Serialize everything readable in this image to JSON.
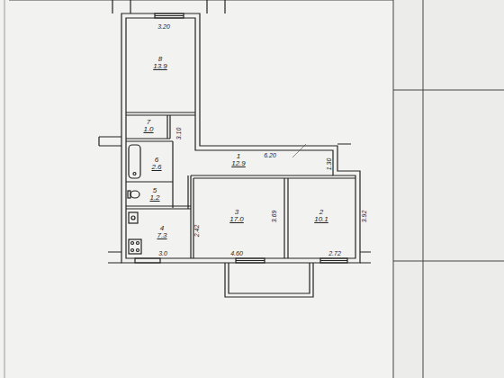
{
  "diagram": {
    "nodes": [
      {
        "text": [
          "8",
          "13.9"
        ]
      },
      {
        "text": [
          "7",
          "1.0"
        ]
      },
      {
        "text": [
          "1",
          "12.9"
        ]
      },
      {
        "text": [
          "6",
          "2.6"
        ]
      },
      {
        "text": [
          "5",
          "1.2"
        ]
      },
      {
        "text": [
          "3",
          "17.0"
        ]
      },
      {
        "text": [
          "2",
          "10.1"
        ]
      },
      {
        "text": [
          "4",
          "7.3"
        ]
      }
    ],
    "labels": [
      "3.20",
      "3.10",
      "6.20",
      "1.30",
      "3.69",
      "3.92",
      "2.42",
      "3.0",
      "4.60",
      "2.72"
    ]
  }
}
